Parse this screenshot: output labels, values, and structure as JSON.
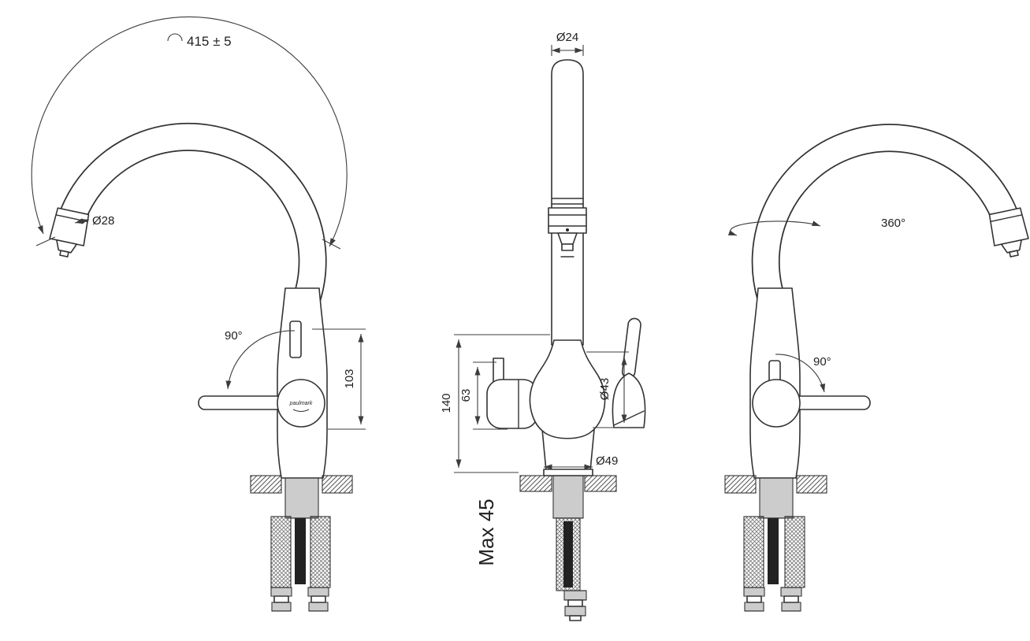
{
  "colors": {
    "line": "#333333",
    "text": "#1f1f1f",
    "background": "#ffffff"
  },
  "brand": {
    "logo_text": "paulmark"
  },
  "views": {
    "side_left": {
      "dim_spout_arc": "415 ± 5",
      "dim_head_diameter": "Ø28",
      "dim_handle_rotation": "90°",
      "dim_handle_height": "103"
    },
    "front": {
      "dim_spout_diameter": "Ø24",
      "dim_height_to_base": "140",
      "dim_filter_lever_height": "63",
      "dim_body_diameter": "Ø43",
      "dim_base_diameter": "Ø49",
      "note_max_counter": "Max 45"
    },
    "side_right": {
      "dim_swivel": "360°",
      "dim_handle_rotation": "90°"
    }
  }
}
